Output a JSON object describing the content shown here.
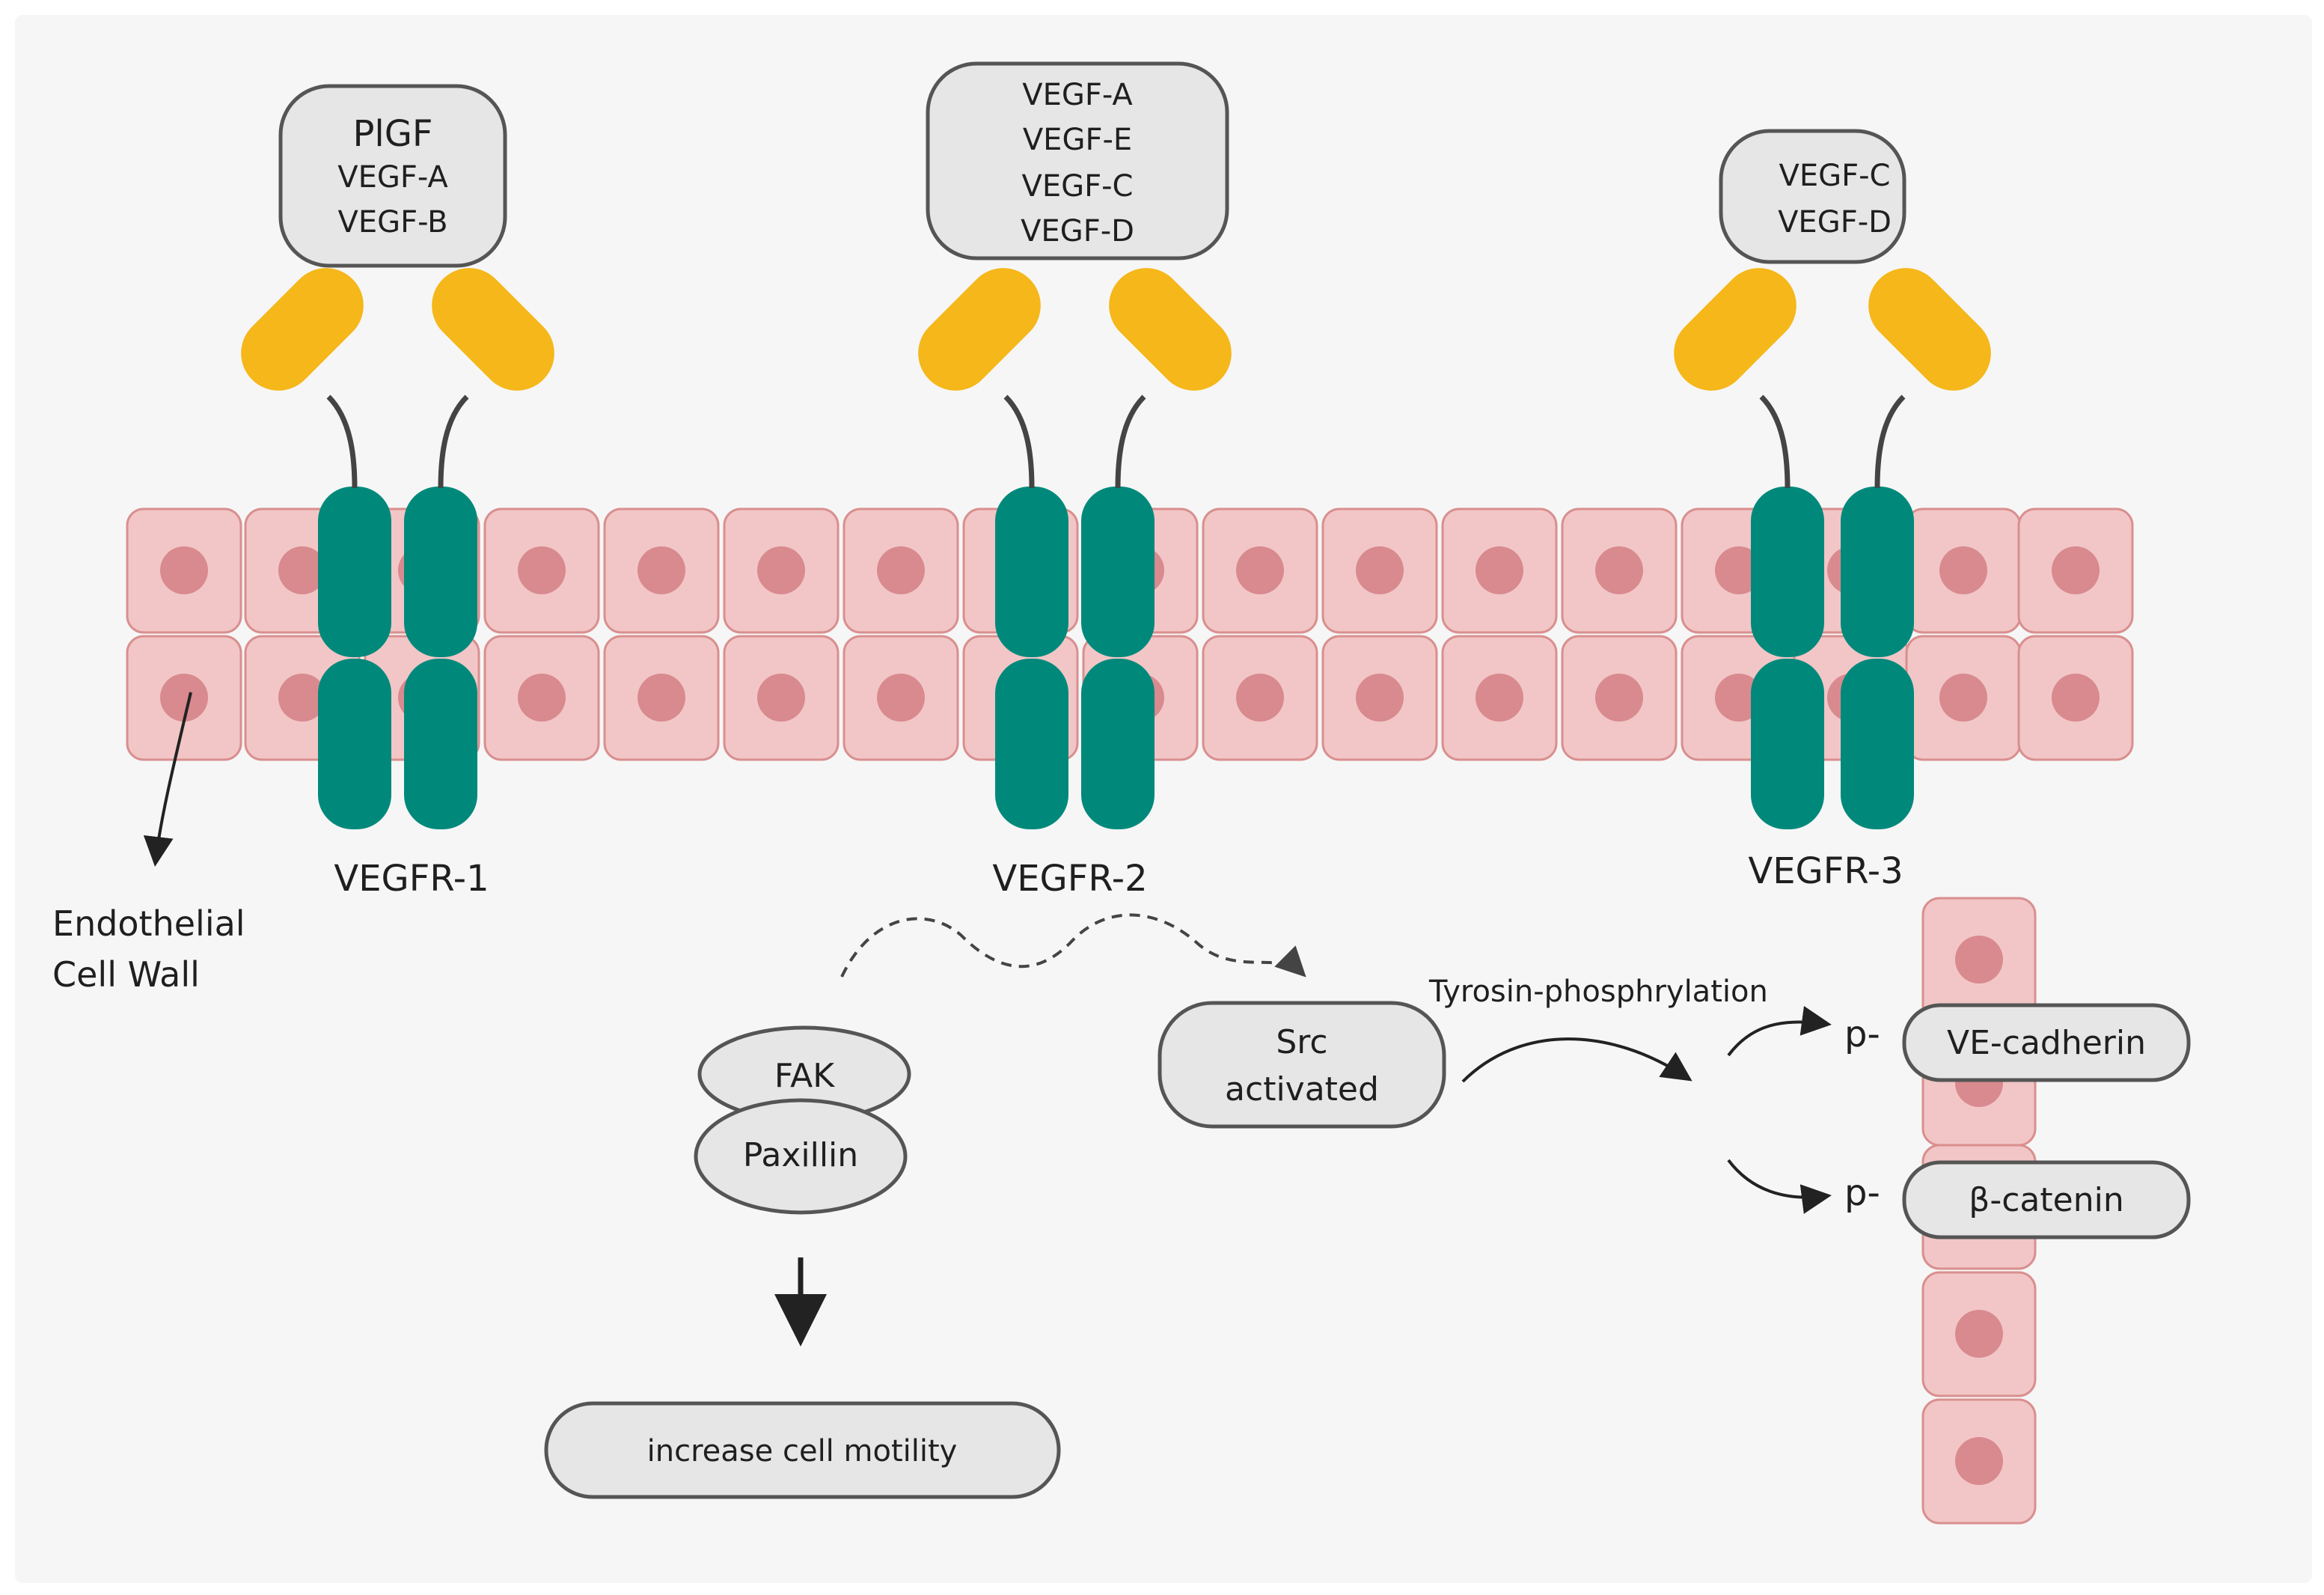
{
  "receptors": [
    {
      "label": "VEGFR-1",
      "ligands": [
        "PlGF",
        "VEGF-A",
        "VEGF-B"
      ]
    },
    {
      "label": "VEGFR-2",
      "ligands": [
        "VEGF-A",
        "VEGF-E",
        "VEGF-C",
        "VEGF-D"
      ]
    },
    {
      "label": "VEGFR-3",
      "ligands": [
        "VEGF-C",
        "VEGF-D"
      ]
    }
  ],
  "cell_wall_label": [
    "Endothelial",
    "Cell Wall"
  ],
  "fak": "FAK",
  "paxillin": "Paxillin",
  "motility": "increase cell motility",
  "src": [
    "Src",
    "activated"
  ],
  "phosphorylation_label": "Tyrosin-phosphrylation",
  "phospho_prefix": "p-",
  "ve_cadherin": "VE-cadherin",
  "beta_catenin": "β-catenin",
  "colors": {
    "background": "#f6f6f6",
    "cell_fill": "#f2c6c6",
    "cell_stroke": "#d98f8f",
    "nucleus": "#d88a8e",
    "receptor": "#00897b",
    "ligand_head": "#f5b719",
    "box_fill": "#e6e6e6",
    "box_stroke": "#555555"
  }
}
